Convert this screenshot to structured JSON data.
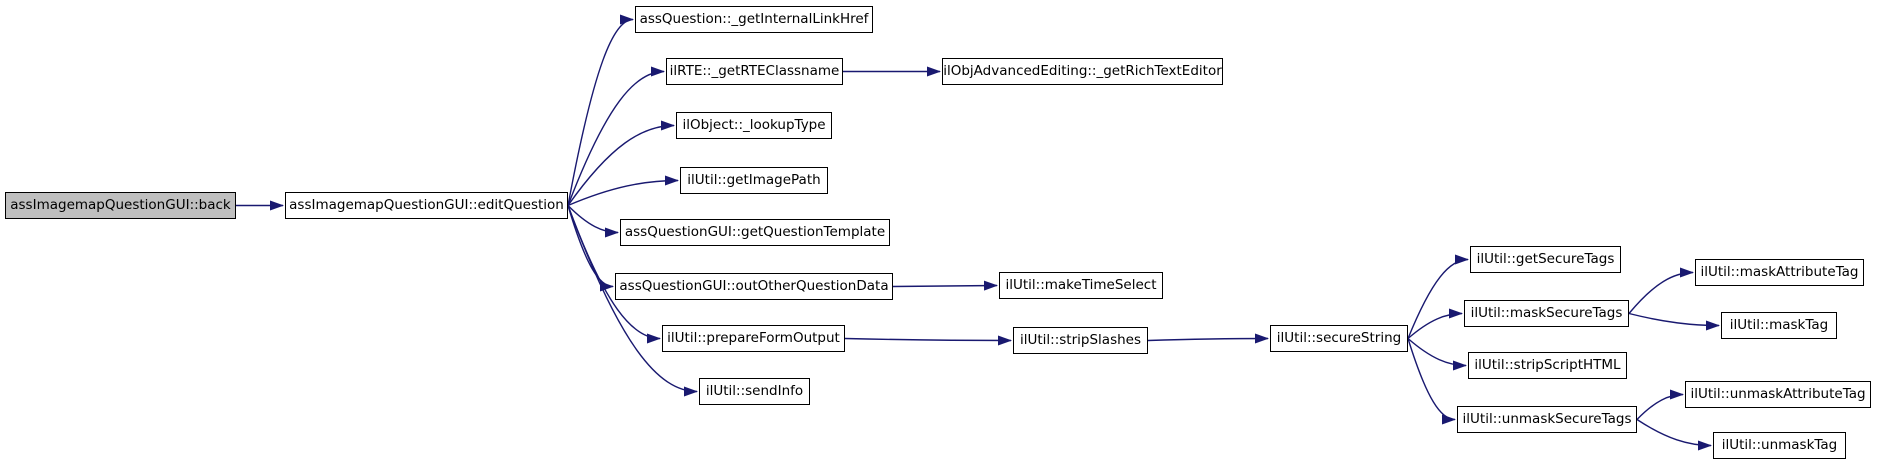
{
  "diagram": {
    "type": "call-graph",
    "background": "#ffffff",
    "colors": {
      "edge": "#191970",
      "node_border": "#000000",
      "node_fill": "#ffffff",
      "highlight_fill": "#bfbfbf",
      "text": "#000000"
    },
    "nodes": [
      {
        "id": "back",
        "label": "assImagemapQuestionGUI::back",
        "highlighted": true
      },
      {
        "id": "edit-question",
        "label": "assImagemapQuestionGUI::editQuestion",
        "highlighted": false
      },
      {
        "id": "get-internal-link-href",
        "label": "assQuestion::_getInternalLinkHref",
        "highlighted": false
      },
      {
        "id": "get-rte-classname",
        "label": "ilRTE::_getRTEClassname",
        "highlighted": false
      },
      {
        "id": "get-rich-text-editor",
        "label": "ilObjAdvancedEditing::_getRichTextEditor",
        "highlighted": false
      },
      {
        "id": "lookup-type",
        "label": "ilObject::_lookupType",
        "highlighted": false
      },
      {
        "id": "get-image-path",
        "label": "ilUtil::getImagePath",
        "highlighted": false
      },
      {
        "id": "get-question-template",
        "label": "assQuestionGUI::getQuestionTemplate",
        "highlighted": false
      },
      {
        "id": "out-other-question-data",
        "label": "assQuestionGUI::outOtherQuestionData",
        "highlighted": false
      },
      {
        "id": "make-time-select",
        "label": "ilUtil::makeTimeSelect",
        "highlighted": false
      },
      {
        "id": "prepare-form-output",
        "label": "ilUtil::prepareFormOutput",
        "highlighted": false
      },
      {
        "id": "strip-slashes",
        "label": "ilUtil::stripSlashes",
        "highlighted": false
      },
      {
        "id": "send-info",
        "label": "ilUtil::sendInfo",
        "highlighted": false
      },
      {
        "id": "secure-string",
        "label": "ilUtil::secureString",
        "highlighted": false
      },
      {
        "id": "get-secure-tags",
        "label": "ilUtil::getSecureTags",
        "highlighted": false
      },
      {
        "id": "mask-secure-tags",
        "label": "ilUtil::maskSecureTags",
        "highlighted": false
      },
      {
        "id": "mask-attribute-tag",
        "label": "ilUtil::maskAttributeTag",
        "highlighted": false
      },
      {
        "id": "mask-tag",
        "label": "ilUtil::maskTag",
        "highlighted": false
      },
      {
        "id": "strip-script-html",
        "label": "ilUtil::stripScriptHTML",
        "highlighted": false
      },
      {
        "id": "unmask-secure-tags",
        "label": "ilUtil::unmaskSecureTags",
        "highlighted": false
      },
      {
        "id": "unmask-attribute-tag",
        "label": "ilUtil::unmaskAttributeTag",
        "highlighted": false
      },
      {
        "id": "unmask-tag",
        "label": "ilUtil::unmaskTag",
        "highlighted": false
      }
    ],
    "edges": [
      {
        "from": "back",
        "to": "edit-question"
      },
      {
        "from": "edit-question",
        "to": "get-internal-link-href"
      },
      {
        "from": "edit-question",
        "to": "get-rte-classname"
      },
      {
        "from": "edit-question",
        "to": "lookup-type"
      },
      {
        "from": "edit-question",
        "to": "get-image-path"
      },
      {
        "from": "edit-question",
        "to": "get-question-template"
      },
      {
        "from": "edit-question",
        "to": "out-other-question-data"
      },
      {
        "from": "edit-question",
        "to": "prepare-form-output"
      },
      {
        "from": "edit-question",
        "to": "send-info"
      },
      {
        "from": "get-rte-classname",
        "to": "get-rich-text-editor"
      },
      {
        "from": "out-other-question-data",
        "to": "make-time-select"
      },
      {
        "from": "prepare-form-output",
        "to": "strip-slashes"
      },
      {
        "from": "strip-slashes",
        "to": "secure-string"
      },
      {
        "from": "secure-string",
        "to": "get-secure-tags"
      },
      {
        "from": "secure-string",
        "to": "mask-secure-tags"
      },
      {
        "from": "secure-string",
        "to": "strip-script-html"
      },
      {
        "from": "secure-string",
        "to": "unmask-secure-tags"
      },
      {
        "from": "mask-secure-tags",
        "to": "mask-attribute-tag"
      },
      {
        "from": "mask-secure-tags",
        "to": "mask-tag"
      },
      {
        "from": "unmask-secure-tags",
        "to": "unmask-attribute-tag"
      },
      {
        "from": "unmask-secure-tags",
        "to": "unmask-tag"
      }
    ]
  }
}
